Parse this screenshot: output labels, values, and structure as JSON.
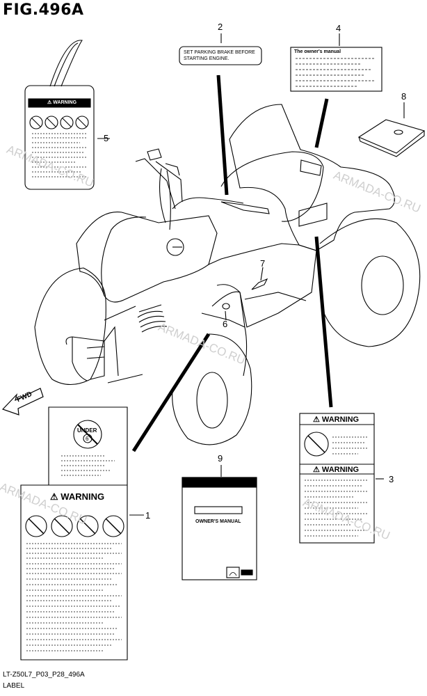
{
  "figure": {
    "title": "FIG.496A",
    "code": "LT-Z50L7_P03_P28_496A",
    "name": "LABEL"
  },
  "callouts": [
    "1",
    "2",
    "3",
    "4",
    "5",
    "6",
    "7",
    "8",
    "9"
  ],
  "labels": {
    "parking_brake_line1": "SET PARKING BRAKE BEFORE",
    "parking_brake_line2": "STARTING ENGINE.",
    "owners_manual_small": "The owner's manual",
    "warning": "⚠ WARNING",
    "under_text": "UNDER",
    "under_number": "6",
    "owners_manual_book": "OWNER'S MANUAL",
    "fwd": "FWD"
  },
  "watermark": "ARMADA-CO.RU",
  "colors": {
    "ink": "#000000",
    "watermark": "#cfcfcf"
  },
  "icons": [
    "prohibition-icon",
    "warning-triangle-icon",
    "suzuki-logo-icon"
  ]
}
